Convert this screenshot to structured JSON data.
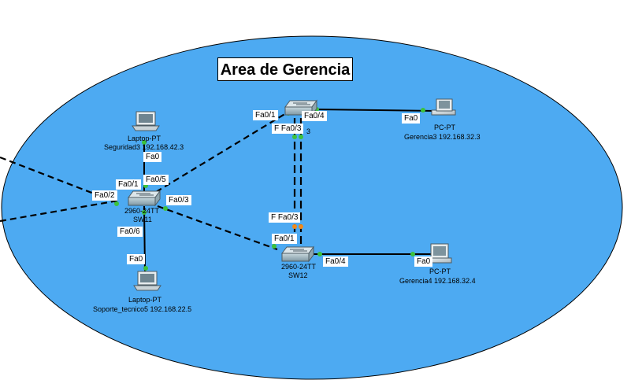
{
  "area": {
    "title": "Area de Gerencia",
    "fill": "#4daaf2"
  },
  "colors": {
    "link": "#000000",
    "port_up": "#3cc23c",
    "port_amber": "#f08a1c"
  },
  "devices": {
    "laptop_top": {
      "model": "Laptop-PT",
      "name": "Seguridad3 192.168.42.3",
      "icon": "laptop-icon"
    },
    "sw11": {
      "model": "2960-24TT",
      "name": "SW11",
      "icon": "switch-icon"
    },
    "laptop_bottom": {
      "model": "Laptop-PT",
      "name": "Soporte_tecnico5 192.168.22.5",
      "icon": "laptop-icon"
    },
    "sw_top": {
      "model": "",
      "name": "3",
      "icon": "switch-icon"
    },
    "sw12": {
      "model": "2960-24TT",
      "name": "SW12",
      "icon": "switch-icon"
    },
    "pc_g3": {
      "model": "PC-PT",
      "name": "Gerencia3 192.168.32.3",
      "icon": "pc-icon"
    },
    "pc_g4": {
      "model": "PC-PT",
      "name": "Gerencia4 192.168.32.4",
      "icon": "pc-icon"
    }
  },
  "ports": {
    "laptop_top_fa0": "Fa0",
    "sw11_fa01": "Fa0/1",
    "sw11_fa05": "Fa0/5",
    "sw11_fa02": "Fa0/2",
    "sw11_fa03": "Fa0/3",
    "sw11_fa06": "Fa0/6",
    "laptop_bottom_fa0": "Fa0",
    "swtop_fa01": "Fa0/1",
    "swtop_fa04": "Fa0/4",
    "swtop_fa03": "F Fa0/3",
    "pc_g3_fa0": "Fa0",
    "sw12_fa03": "F Fa0/3",
    "sw12_fa01": "Fa0/1",
    "sw12_fa04": "Fa0/4",
    "pc_g4_fa0": "Fa0"
  }
}
